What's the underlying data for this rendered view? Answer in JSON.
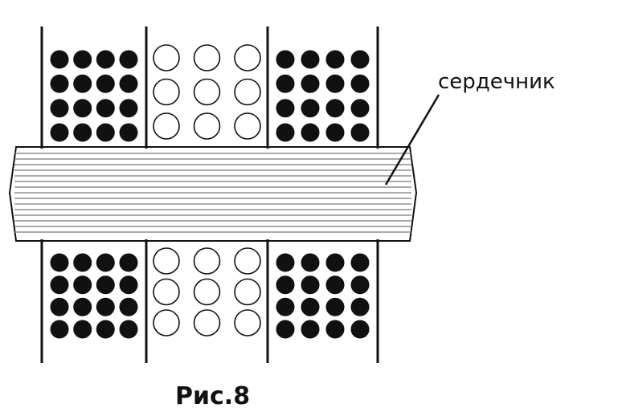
{
  "figure": {
    "core_label": "сердечник",
    "caption": "Рис.8"
  },
  "winding_sections": [
    {
      "name": "left",
      "fill": "filled",
      "rows": 4,
      "cols": 4
    },
    {
      "name": "middle",
      "fill": "hollow",
      "rows": 3,
      "cols": 3
    },
    {
      "name": "right",
      "fill": "filled",
      "rows": 4,
      "cols": 4
    }
  ],
  "colors": {
    "ink": "#111111",
    "background": "#ffffff",
    "core_lines": "#777777"
  }
}
